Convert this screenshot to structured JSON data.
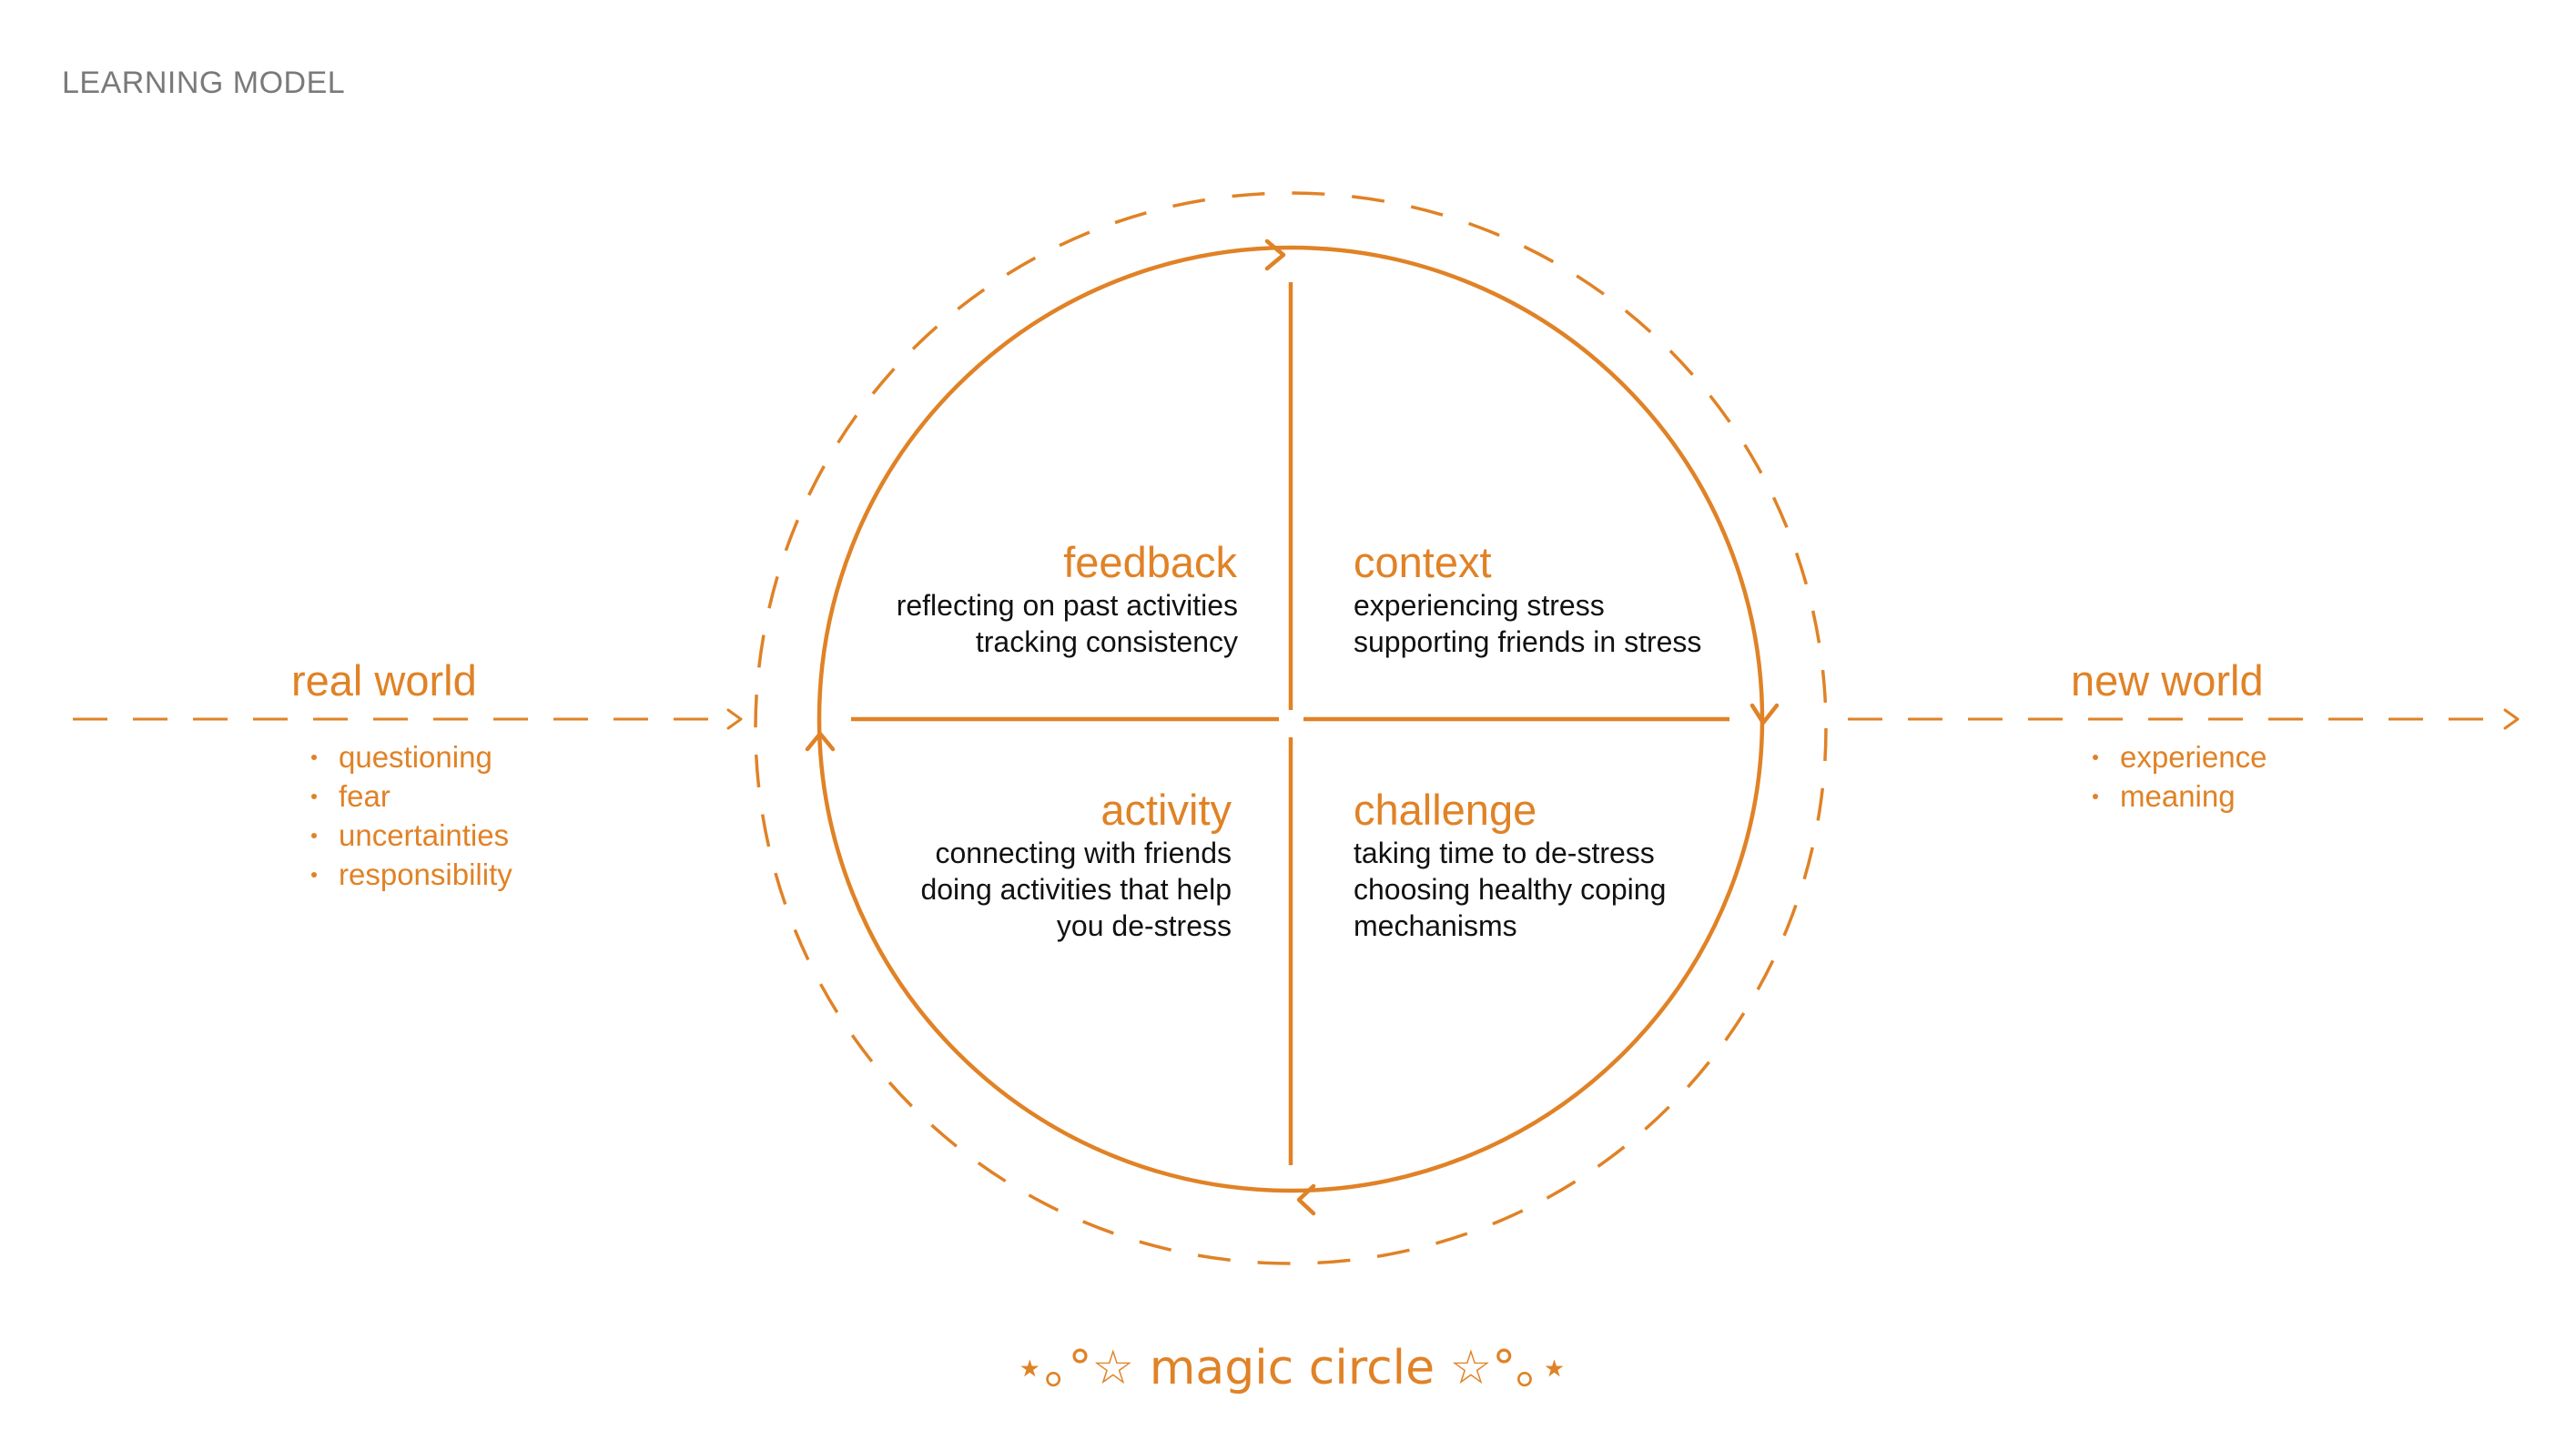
{
  "page_title": "LEARNING MODEL",
  "colors": {
    "accent": "#e08226",
    "title_gray": "#7a7a7a",
    "body_text": "#111111"
  },
  "quadrants": {
    "feedback": {
      "title": "feedback",
      "lines": [
        "reflecting on past activities",
        "tracking consistency"
      ]
    },
    "context": {
      "title": "context",
      "lines": [
        "experiencing stress",
        "supporting friends in stress"
      ]
    },
    "activity": {
      "title": "activity",
      "lines": [
        "connecting with friends",
        "doing activities that help",
        "you de-stress"
      ]
    },
    "challenge": {
      "title": "challenge",
      "lines": [
        "taking time to de-stress",
        "choosing healthy coping",
        "mechanisms"
      ]
    }
  },
  "real_world": {
    "title": "real world",
    "items": [
      "questioning",
      "fear",
      "uncertainties",
      "responsibility"
    ]
  },
  "new_world": {
    "title": "new world",
    "items": [
      "experience",
      "meaning"
    ]
  },
  "caption": "⋆｡°☆ magic circle ☆°｡⋆",
  "icons": {
    "cycle_arrow": "arrow-head-icon",
    "flow_arrow": "arrow-head-icon"
  }
}
